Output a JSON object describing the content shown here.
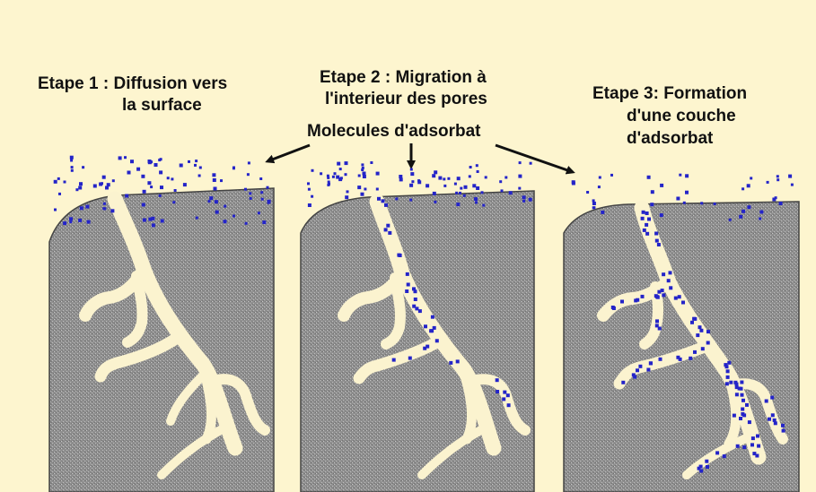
{
  "labels": {
    "step1_line1": "Etape 1 : Diffusion vers",
    "step1_line2": "la surface",
    "step2_line1": "Etape 2 : Migration à",
    "step2_line2": "l'interieur des pores",
    "step3_line1": "Etape 3: Formation",
    "step3_line2": "d'une couche",
    "step3_line3": "d'adsorbat",
    "molecules": "Molecules d'adsorbat"
  },
  "colors": {
    "background": "#fdf5cf",
    "grain": "#8f8f8f",
    "pore": "#fbf3cf",
    "molecule": "#2424c8",
    "arrow": "#111111"
  }
}
